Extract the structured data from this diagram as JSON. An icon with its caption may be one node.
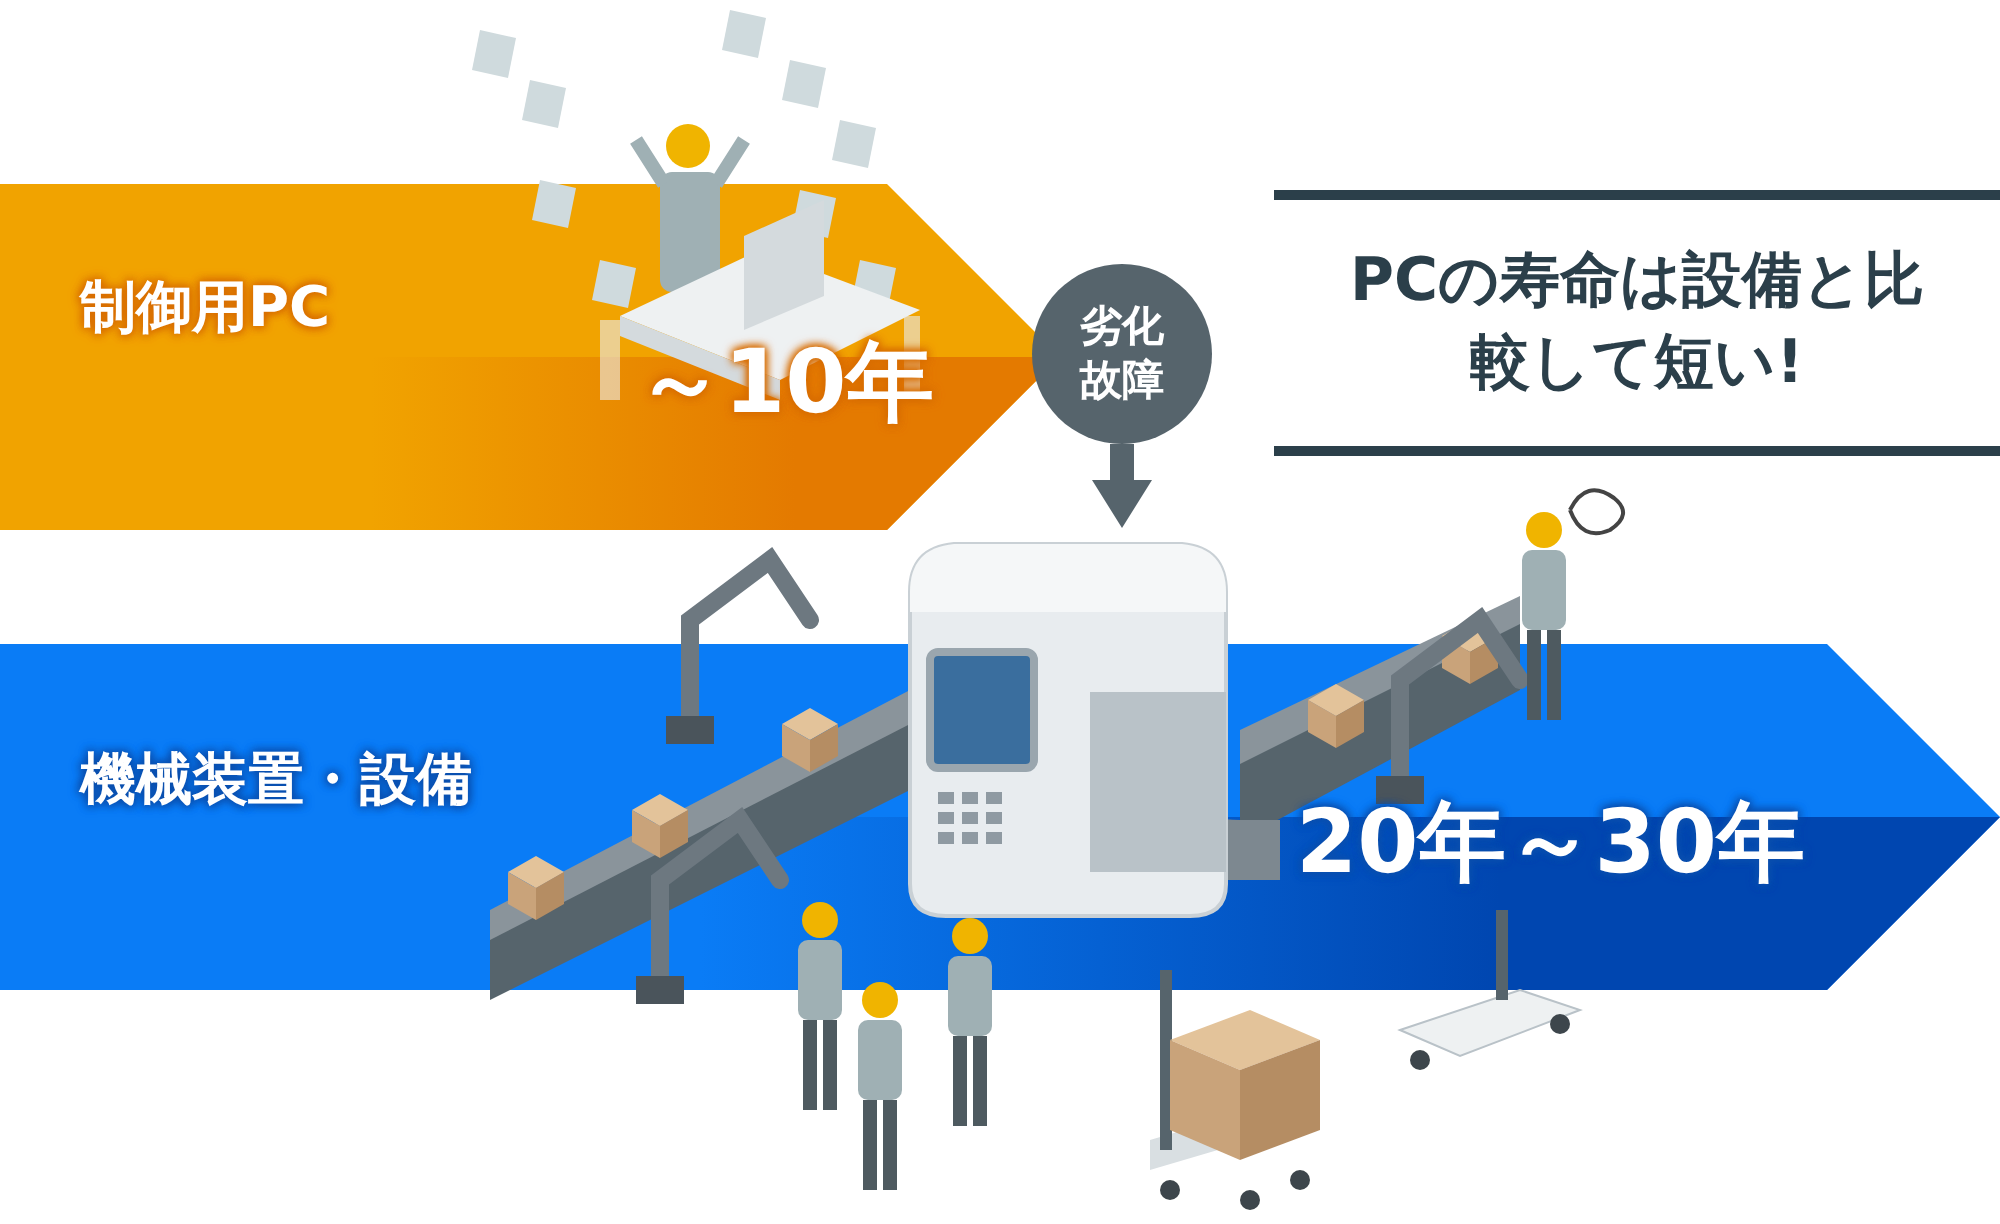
{
  "diagram": {
    "title": "PCの寿命は設備と比較して短い!",
    "nodes": [
      {
        "text": [
          "制御用PC",
          "～10年"
        ]
      },
      {
        "text": [
          "機械装置・設備",
          "20年～30年"
        ]
      },
      {
        "text": [
          "劣化故障"
        ]
      },
      {
        "text": [],
        "shape": "picture"
      }
    ],
    "edges": [
      {
        "from": 2,
        "to": 3,
        "arrow": "to"
      }
    ]
  }
}
